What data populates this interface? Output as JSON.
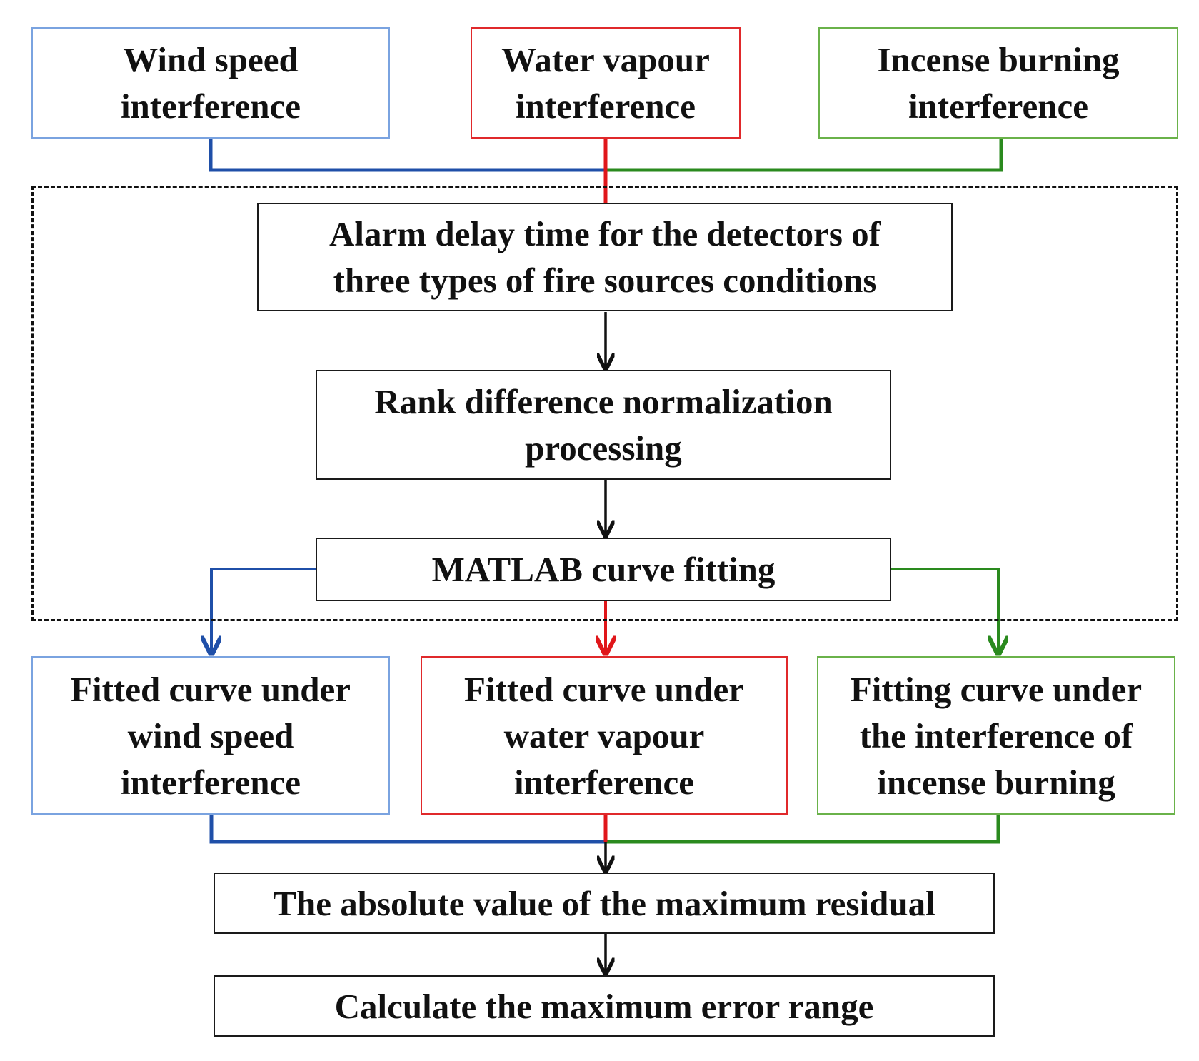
{
  "colors": {
    "blue": "#1f4fa8",
    "red": "#e0161a",
    "green": "#2a8a1e",
    "black": "#111111",
    "blue_border": "#7aa3e0",
    "red_border": "#e0292b",
    "green_border": "#6ab24a"
  },
  "nodes": {
    "wind": "Wind speed\ninterference",
    "water": "Water vapour\ninterference",
    "incense": "Incense burning\ninterference",
    "alarm": "Alarm delay time for the detectors of\nthree types of fire sources conditions",
    "rank": "Rank difference normalization\nprocessing",
    "matlab": "MATLAB curve fitting",
    "fit_wind": "Fitted curve under\nwind speed\ninterference",
    "fit_water": "Fitted curve under\nwater vapour\ninterference",
    "fit_incense": "Fitting curve under\nthe interference of\nincense burning",
    "residual": "The absolute value of the maximum residual",
    "error": "Calculate the maximum error range"
  },
  "edges": [
    {
      "from": "wind",
      "to": "alarm",
      "color": "blue"
    },
    {
      "from": "water",
      "to": "alarm",
      "color": "red"
    },
    {
      "from": "incense",
      "to": "alarm",
      "color": "green"
    },
    {
      "from": "alarm",
      "to": "rank",
      "color": "black"
    },
    {
      "from": "rank",
      "to": "matlab",
      "color": "black"
    },
    {
      "from": "matlab",
      "to": "fit_wind",
      "color": "blue"
    },
    {
      "from": "matlab",
      "to": "fit_water",
      "color": "red"
    },
    {
      "from": "matlab",
      "to": "fit_incense",
      "color": "green"
    },
    {
      "from": "fit_wind",
      "to": "residual",
      "color": "blue"
    },
    {
      "from": "fit_water",
      "to": "residual",
      "color": "red"
    },
    {
      "from": "fit_incense",
      "to": "residual",
      "color": "green"
    },
    {
      "from": "residual",
      "to": "error",
      "color": "black"
    }
  ]
}
